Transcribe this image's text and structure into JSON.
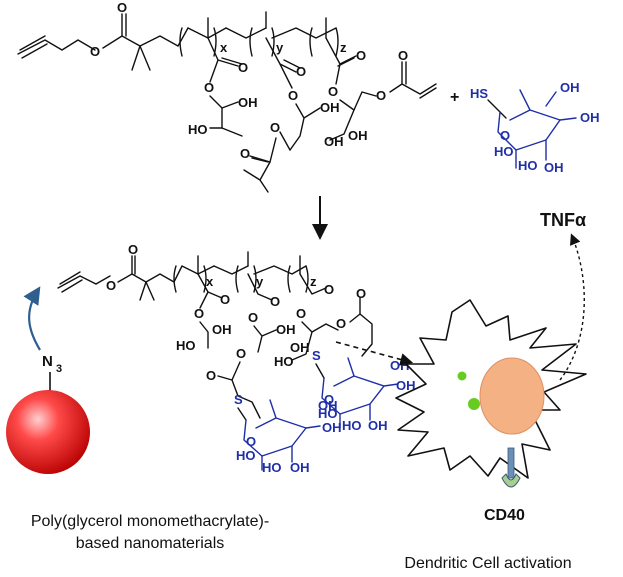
{
  "top": {
    "polymer_labels": {
      "x": "x",
      "y": "y",
      "z": "z"
    },
    "plus": "+",
    "thiol_label": "HS",
    "oh_labels": [
      "OH",
      "HO",
      "OH",
      "HO",
      "OH",
      "OH",
      "OH",
      "HO"
    ]
  },
  "bottom": {
    "polymer_labels": {
      "x": "x",
      "y": "y",
      "z": "z"
    },
    "azide_label": "N",
    "azide_sub": "3",
    "s_labels": [
      "S",
      "S"
    ],
    "oh_labels_a": [
      "OH",
      "HO",
      "OH",
      "HO"
    ],
    "oh_labels_b": [
      "OH",
      "HO",
      "OH",
      "HO",
      "OH",
      "OH",
      "OH",
      "HO"
    ]
  },
  "labels": {
    "tnf": "TNFα",
    "cd40": "CD40",
    "nanomaterials_line1": "Poly(glycerol monomethacrylate)-",
    "nanomaterials_line2": "based nanomaterials",
    "dc_activation": "Dendritic Cell activation"
  },
  "colors": {
    "sugar": "#1f2fa8",
    "nucleus": "#f4b183",
    "particle": "#e81c1c",
    "vesicle": "#66cc22",
    "receptor": "#6c8fb5",
    "arrow_click": "#2e5f8f"
  }
}
